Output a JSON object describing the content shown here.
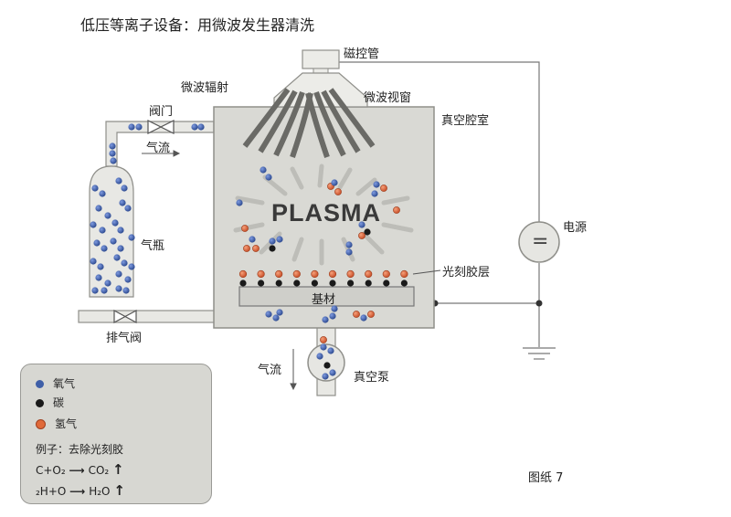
{
  "title": "低压等离子设备：用微波发生器清洗",
  "labels": {
    "magnetron": "磁控管",
    "microwave_radiation": "微波辐射",
    "microwave_window": "微波视窗",
    "valve": "阀门",
    "gas_flow_top": "气流",
    "vacuum_chamber": "真空腔室",
    "gas_bottle": "气瓶",
    "plasma": "PLASMA",
    "power_supply": "电源",
    "power_symbol": "=",
    "photoresist_layer": "光刻胶层",
    "substrate": "基材",
    "exhaust_valve": "排气阀",
    "gas_flow_bottom": "气流",
    "vacuum_pump": "真空泵",
    "figure": "图纸 7"
  },
  "legend": {
    "oxygen": "氧气",
    "carbon": "碳",
    "hydrogen": "氢气",
    "example_title": "例子：去除光刻胶",
    "eq1_left": "C+O₂",
    "eq1_right": "CO₂",
    "eq2_left": "₂H+O",
    "eq2_right": "H₂O"
  },
  "colors": {
    "oxygen": "#3f5fa8",
    "carbon": "#1a1a1a",
    "hydrogen": "#e06a3a",
    "chamber": "#d9d9d4",
    "outline": "#8f8f8a"
  }
}
